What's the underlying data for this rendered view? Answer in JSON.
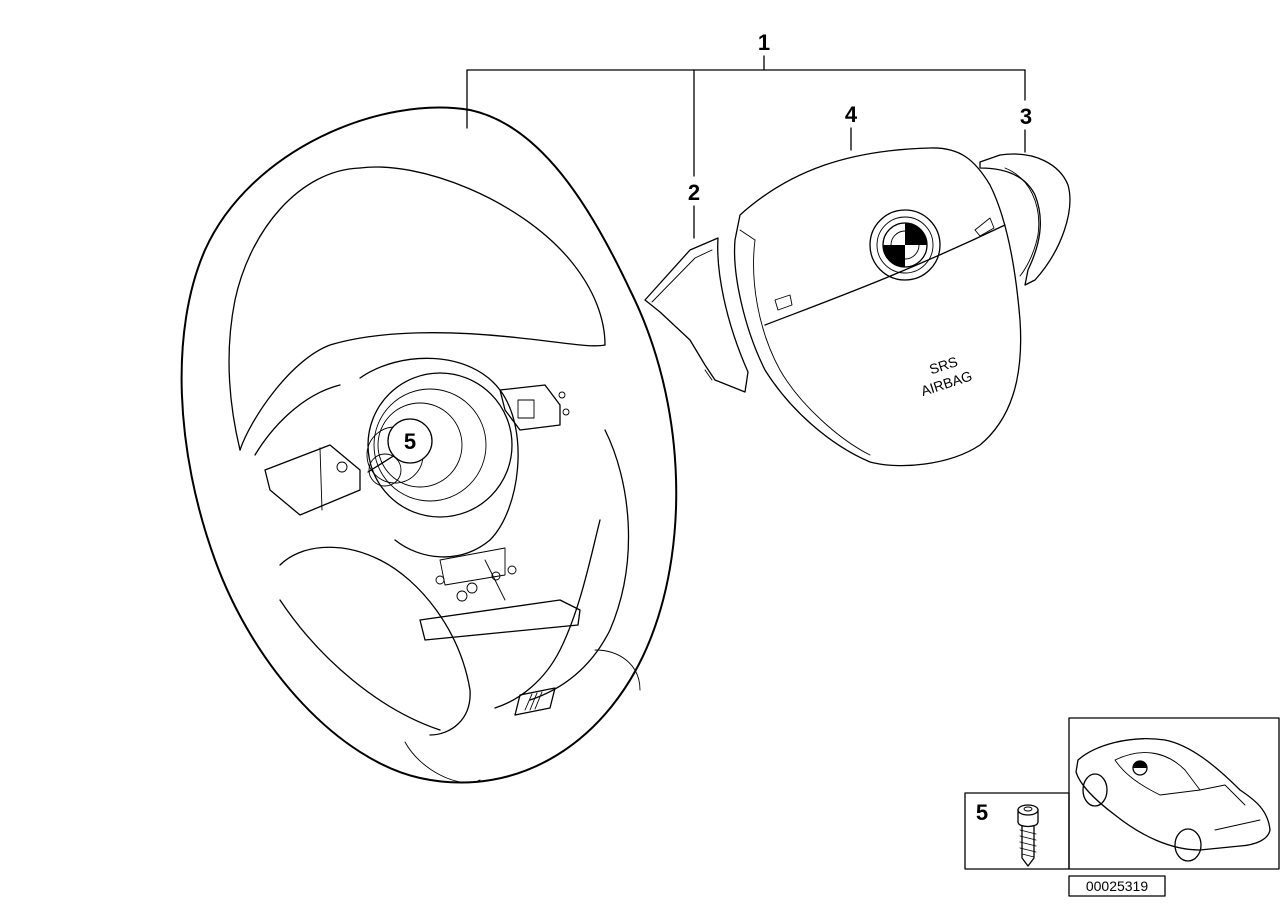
{
  "diagram": {
    "callouts": {
      "c1": "1",
      "c2": "2",
      "c3": "3",
      "c4": "4",
      "c5_wheel": "5",
      "c5_inset": "5"
    },
    "airbag_label_line1": "SRS",
    "airbag_label_line2": "AIRBAG",
    "part_number": "00025319"
  }
}
